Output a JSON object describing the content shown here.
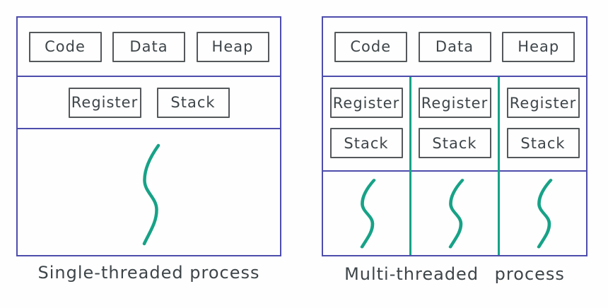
{
  "diagram": {
    "left_panel": {
      "caption": "Single-threaded process",
      "code_label": "Code",
      "data_label": "Data",
      "heap_label": "Heap",
      "register_label": "Register",
      "stack_label": "Stack"
    },
    "right_panel": {
      "caption": "Multi-threaded process",
      "code_label": "Code",
      "data_label": "Data",
      "heap_label": "Heap",
      "threads": [
        {
          "register_label": "Register",
          "stack_label": "Stack"
        },
        {
          "register_label": "Register",
          "stack_label": "Stack"
        },
        {
          "register_label": "Register",
          "stack_label": "Stack"
        }
      ]
    },
    "colors": {
      "panel_border": "#4d4dac",
      "thread_line": "#17a287",
      "box_border": "#54585a",
      "text": "#3e4549",
      "background": "#fefefe"
    }
  }
}
